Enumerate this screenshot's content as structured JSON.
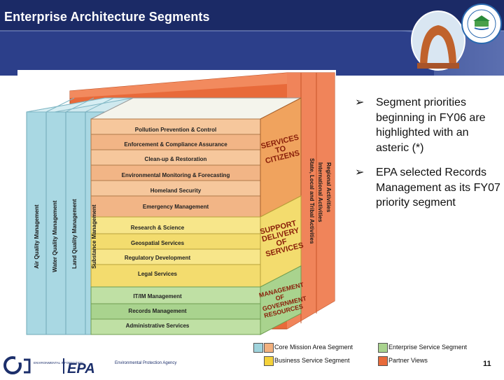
{
  "title": "Enterprise Architecture Segments",
  "core_segments": [
    "Pollution Prevention & Control",
    "Enforcement & Compliance Assurance",
    "Clean-up & Restoration",
    "Environmental Monitoring & Forecasting",
    "Homeland Security",
    "Emergency Management"
  ],
  "business_segments": [
    "Research & Science",
    "Geospatial Services",
    "Regulatory Development",
    "Legal Services"
  ],
  "enterprise_segments": [
    "IT/IM Management",
    "Records Management",
    "Administrative Services"
  ],
  "media_views": [
    "Air Quality Management",
    "Water Quality Management",
    "Land Quality Management",
    "Substance Management"
  ],
  "group_labels": {
    "citizens": "SERVICES TO CITIZENS",
    "support": "SUPPORT DELIVERY OF SERVICES",
    "government": "MANAGEMENT OF GOVERNMENT RESOURCES"
  },
  "partner_views": [
    "Regional Activities",
    "International Activities",
    "State, Local and Tribal Activities"
  ],
  "bullets": [
    "Segment priorities beginning in FY06 are highlighted with an asteric (*)",
    "EPA selected Records Management as its FY07 priority segment"
  ],
  "legend": {
    "core": "Core Mission Area Segment",
    "enterprise": "Enterprise Service Segment",
    "business": "Business Service Segment",
    "partner": "Partner Views"
  },
  "footer": {
    "left_small": "ENVIRONMENTAL INFORMATION",
    "epa": "EPA",
    "agency": "Environmental Protection Agency"
  },
  "page_number": "11",
  "colors": {
    "navy": "#1f2f6e",
    "core": "#f2b07e",
    "business": "#f5e27a",
    "enterprise": "#a9d38e",
    "partner": "#e86a3a",
    "media": "#9fd3dc"
  }
}
